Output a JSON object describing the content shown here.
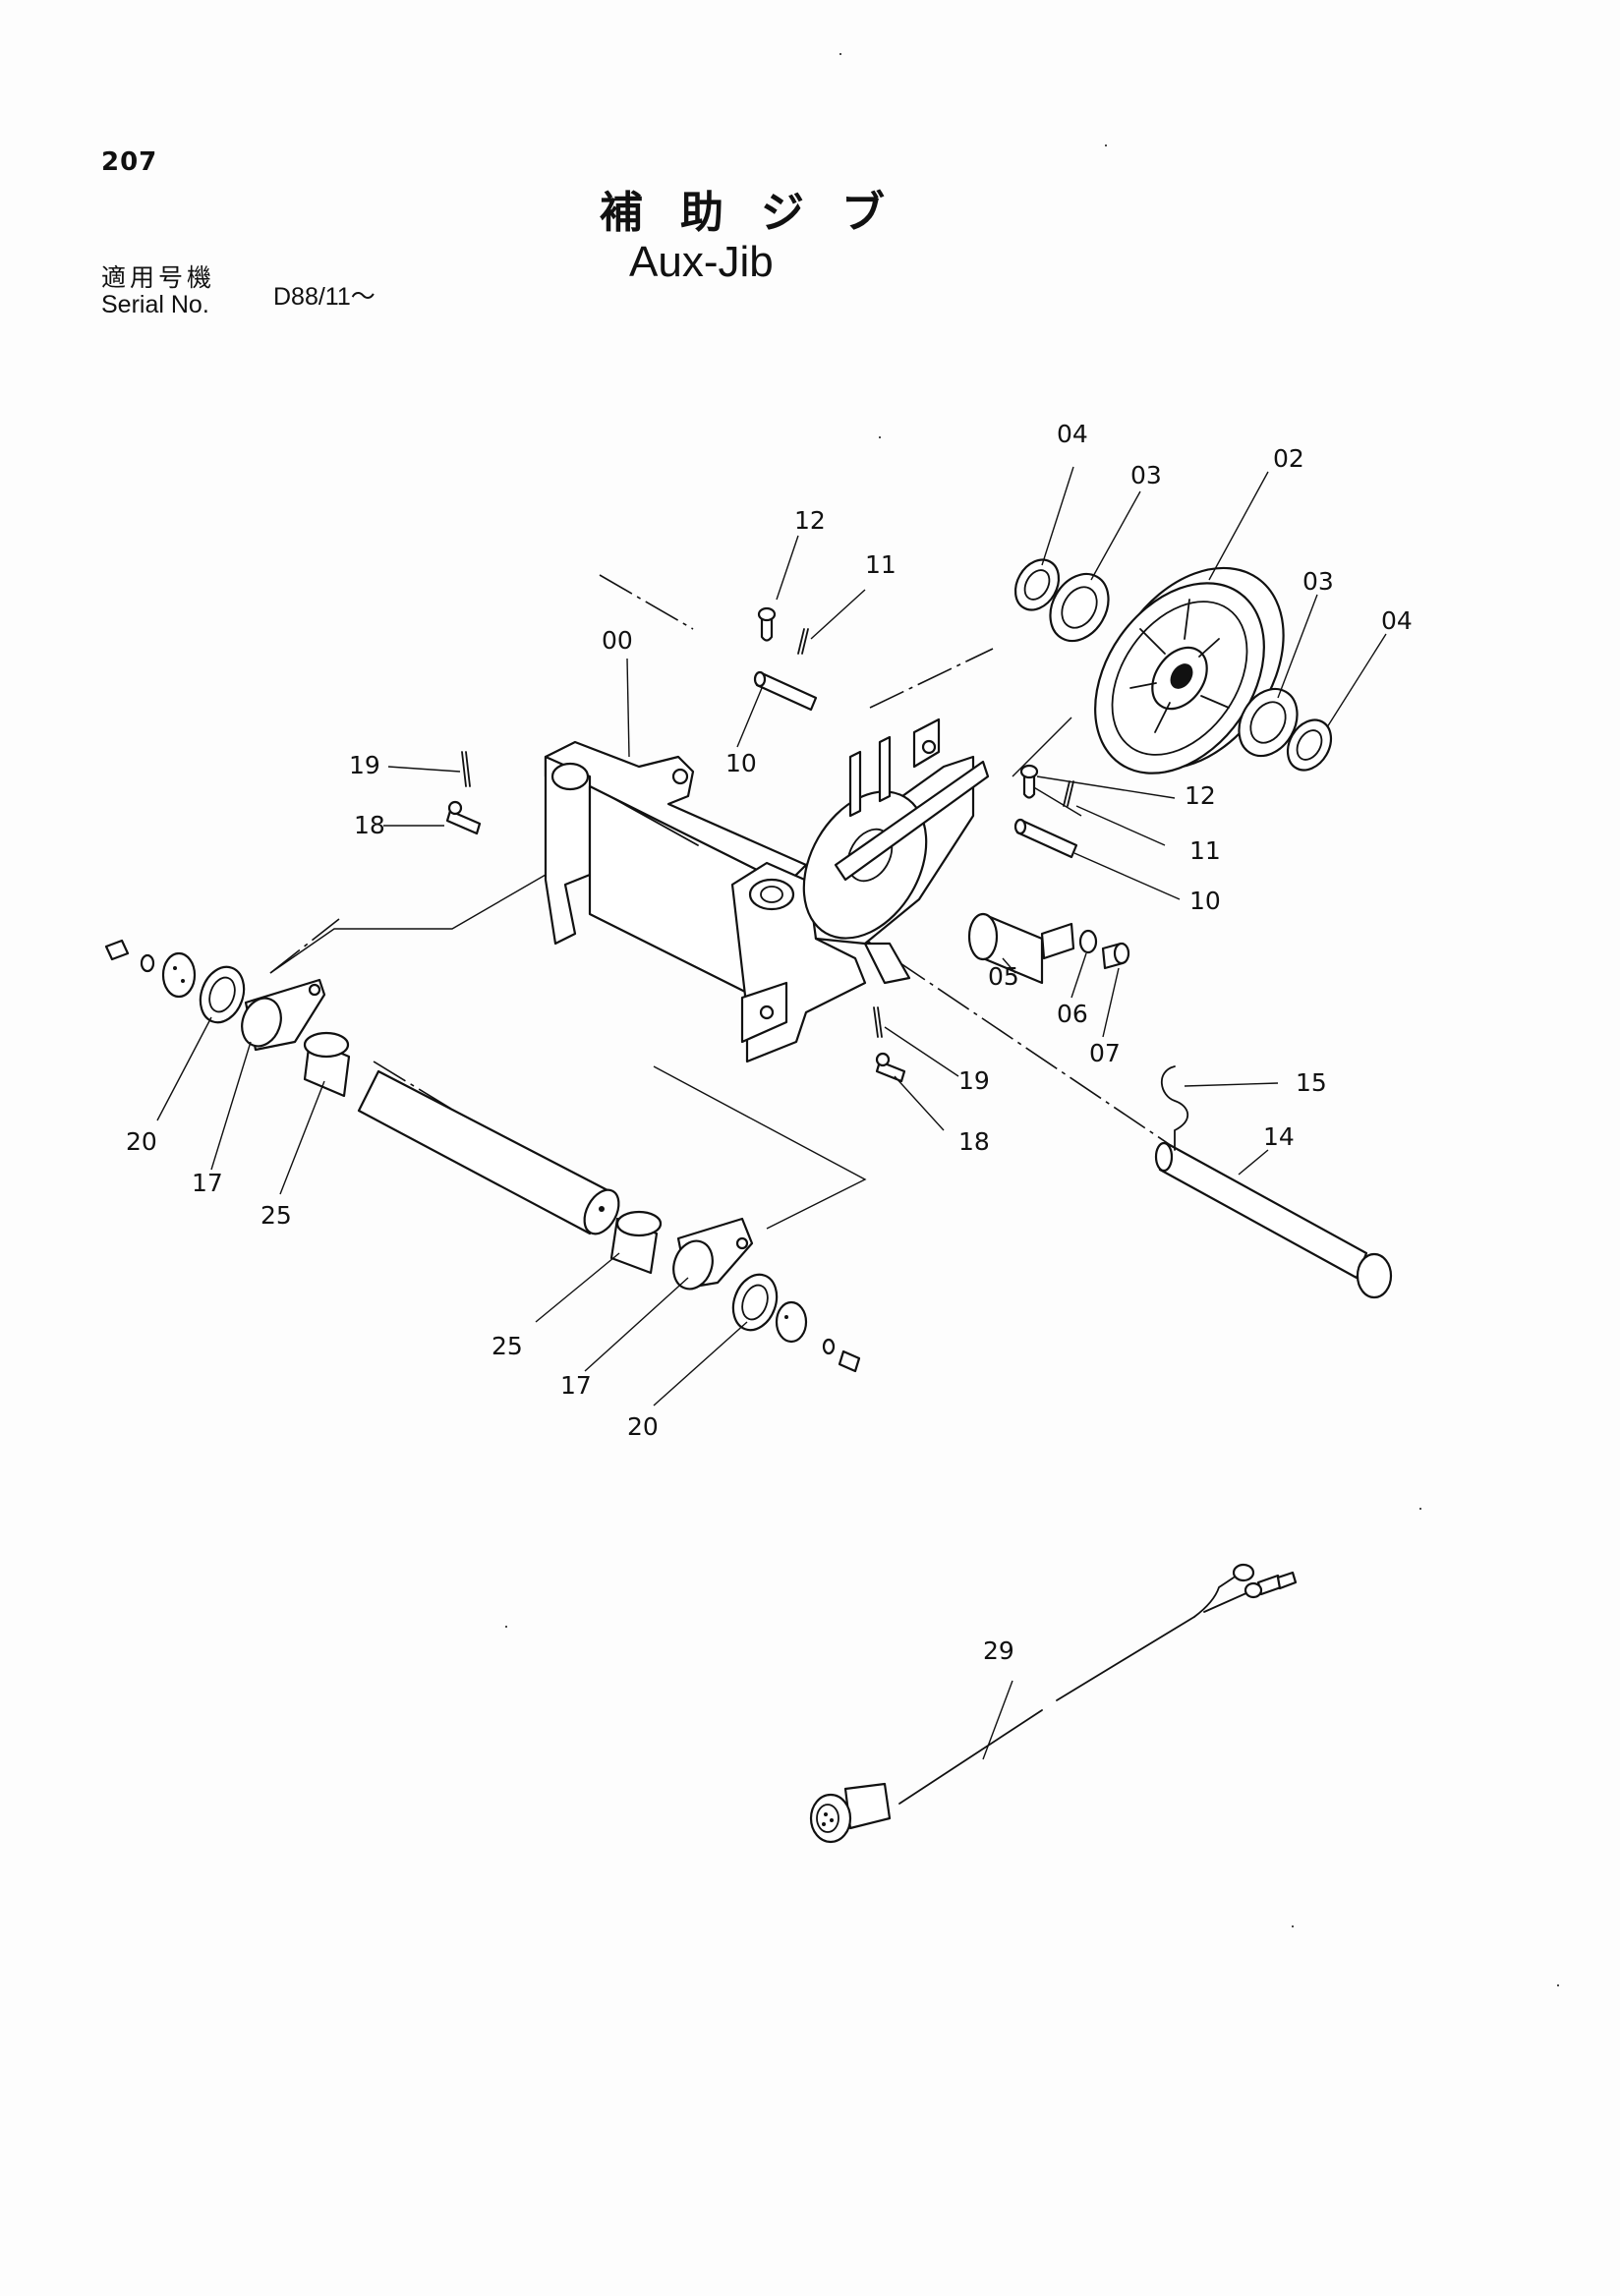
{
  "header": {
    "page_number": "207",
    "title_jp": "補助ジブ",
    "title_en": "Aux-Jib",
    "serial_label_jp": "適用号機",
    "serial_label_en": "Serial No.",
    "serial_value": "D88/11～"
  },
  "callouts": {
    "c00": "00",
    "c02": "02",
    "c03a": "03",
    "c03b": "03",
    "c04a": "04",
    "c04b": "04",
    "c05": "05",
    "c06": "06",
    "c07": "07",
    "c10a": "10",
    "c10b": "10",
    "c11a": "11",
    "c11b": "11",
    "c12a": "12",
    "c12b": "12",
    "c14": "14",
    "c15": "15",
    "c17a": "17",
    "c17b": "17",
    "c18a": "18",
    "c18b": "18",
    "c19a": "19",
    "c19b": "19",
    "c20a": "20",
    "c20b": "20",
    "c25a": "25",
    "c25b": "25",
    "c29": "29"
  }
}
